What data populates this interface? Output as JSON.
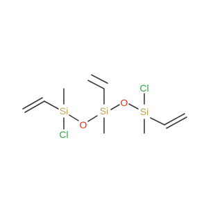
{
  "atoms": {
    "si_left": {
      "label": "Si",
      "color": "#c8a050"
    },
    "si_center": {
      "label": "Si",
      "color": "#c8a050"
    },
    "si_right": {
      "label": "Si",
      "color": "#c8a050"
    },
    "o_left": {
      "label": "O",
      "color": "#e0301e"
    },
    "o_right": {
      "label": "O",
      "color": "#e0301e"
    },
    "cl_left": {
      "label": "Cl",
      "color": "#2ea84a"
    },
    "cl_right": {
      "label": "Cl",
      "color": "#2ea84a"
    }
  },
  "bond_color": "#3a3a3a"
}
